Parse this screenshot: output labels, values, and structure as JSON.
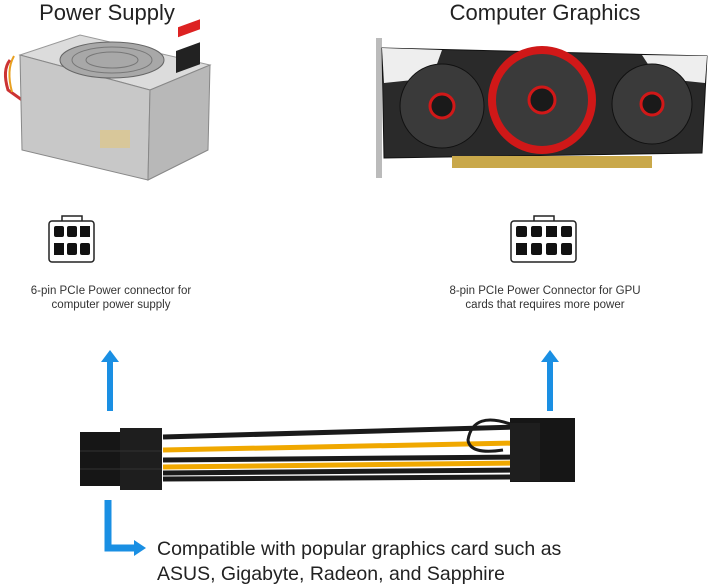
{
  "left": {
    "title": "Power Supply",
    "connector_icon": "6-pin-connector-icon",
    "caption_line1": "6-pin PCIe Power connector for",
    "caption_line2": "computer power supply"
  },
  "right": {
    "title": "Computer Graphics",
    "connector_icon": "8-pin-connector-icon",
    "caption_line1": "8-pin PCIe Power Connector for GPU",
    "caption_line2": "cards that requires more power"
  },
  "compatibility": {
    "line1": "Compatible with popular graphics card such as",
    "line2": "ASUS, Gigabyte, Radeon, and Sapphire"
  },
  "colors": {
    "arrow": "#1a8fe3",
    "wire_yellow": "#f0a800",
    "wire_black": "#1a1a1a",
    "gpu_accent": "#d01818"
  }
}
